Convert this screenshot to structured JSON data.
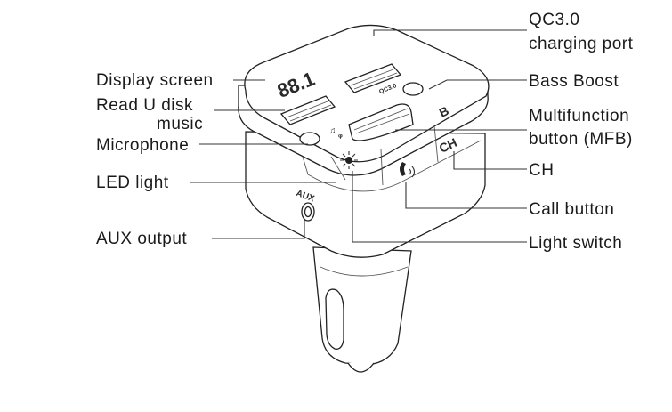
{
  "labels": {
    "display_screen": "Display screen",
    "read_u_disk_1": "Read U disk",
    "read_u_disk_2": "music",
    "microphone": "Microphone",
    "led_light": "LED light",
    "aux_output": "AUX output",
    "qc30_1": "QC3.0",
    "qc30_2": "charging port",
    "bass_boost": "Bass Boost",
    "mfb_1": "Multifunction",
    "mfb_2": "button (MFB)",
    "ch": "CH",
    "call_button": "Call button",
    "light_switch": "Light switch"
  },
  "device": {
    "display_digits": "88.1",
    "bass_key": "B",
    "ch_key": "CH",
    "aux_text": "AUX",
    "qc_port_text": "QC3.0"
  }
}
